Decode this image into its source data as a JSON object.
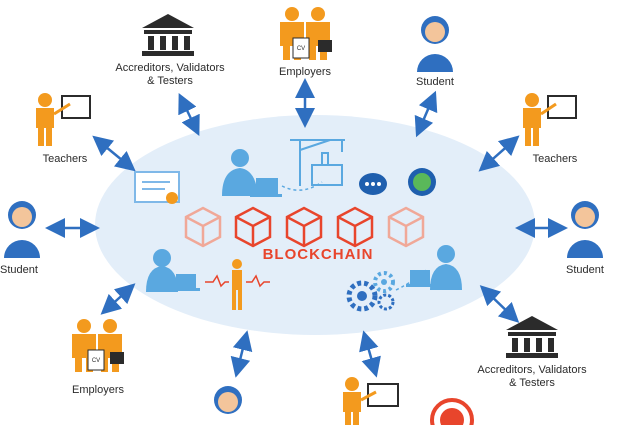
{
  "center": {
    "title": "BLOCKCHAIN"
  },
  "nodes": {
    "accreditors_top": "Accreditors, Validators\n& Testers",
    "employers_top": "Employers",
    "student_top": "Student",
    "teachers_left": "Teachers",
    "teachers_right": "Teachers",
    "student_left": "Student",
    "student_right": "Student",
    "employers_bottom": "Employers",
    "accreditors_bottom": "Accreditors, Validators\n& Testers"
  },
  "badges": {
    "cv_top": "CV",
    "cv_bottom": "CV"
  },
  "colors": {
    "orange": "#f39a1e",
    "blue": "#2f6fc0",
    "light_blue": "#5aa8e0",
    "dark": "#2b2b2b",
    "red": "#e8452c",
    "ellipse": "#e3eef9"
  },
  "icons": [
    "bank-icon",
    "person-icon",
    "whiteboard-icon",
    "briefcase-icon",
    "cube-icon",
    "chat-icon",
    "gear-icon",
    "certificate-icon",
    "factory-icon",
    "laptop-user-icon",
    "double-arrow-icon"
  ]
}
